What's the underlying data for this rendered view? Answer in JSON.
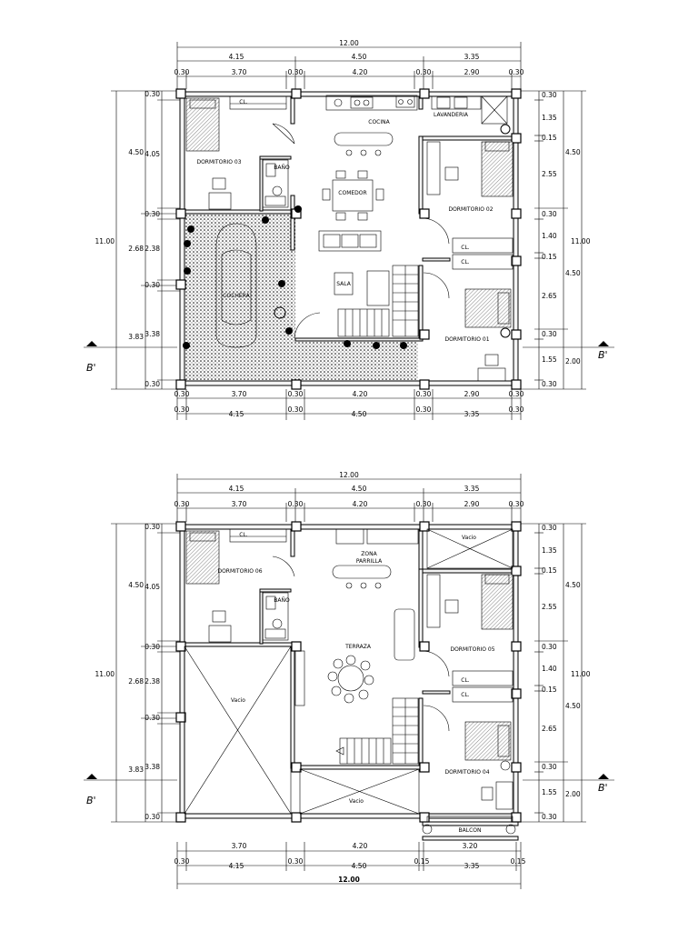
{
  "first_floor": {
    "top_total": "12.00",
    "top_spans": [
      "4.15",
      "4.50",
      "3.35"
    ],
    "top_sub": [
      "0.30",
      "3.70",
      "0.30",
      "4.20",
      "0.30",
      "2.90",
      "0.30"
    ],
    "bottom_sub": [
      "0.30",
      "3.70",
      "0.30",
      "4.20",
      "0.30",
      "2.90",
      "0.30"
    ],
    "bottom_spans": [
      "0.30",
      "4.15",
      "0.30",
      "4.50",
      "0.30",
      "3.35",
      "0.30"
    ],
    "left_outer": [
      "11.00"
    ],
    "left_mid": [
      "4.50",
      "2.68",
      "3.83"
    ],
    "left_inner": [
      "0.30",
      "4.05",
      "0.30",
      "2.38",
      "0.30",
      "3.38",
      "0.30"
    ],
    "right_inner": [
      "0.30",
      "1.35",
      "0.15",
      "2.55",
      "0.30",
      "1.40",
      "0.15",
      "2.65",
      "0.30",
      "1.55",
      "0.30"
    ],
    "right_mid": [
      "4.50",
      "4.50",
      "2.00"
    ],
    "right_outer": [
      "11.00"
    ],
    "rooms": {
      "dorm03": "DORMITORIO 03",
      "bano": "BAÑO",
      "cl1": "CL.",
      "cocina": "COCINA",
      "lavanderia": "LAVANDERIA",
      "comedor": "COMEDOR",
      "dorm02": "DORMITORIO 02",
      "cl2": "CL.",
      "cl3": "CL.",
      "cochera": "COCHERA",
      "sala": "SALA",
      "dorm01": "DORMITORIO 01"
    },
    "section_left": "B'",
    "section_right": "B'"
  },
  "second_floor": {
    "top_total": "12.00",
    "top_spans": [
      "4.15",
      "4.50",
      "3.35"
    ],
    "top_sub": [
      "0.30",
      "3.70",
      "0.30",
      "4.20",
      "0.30",
      "2.90",
      "0.30"
    ],
    "bottom_sub": [
      "3.70",
      "4.20",
      "3.20"
    ],
    "bottom_spans": [
      "0.30",
      "4.15",
      "0.30",
      "4.50",
      "0.15",
      "3.35",
      "0.15"
    ],
    "bottom_total": "12.00",
    "left_outer": [
      "11.00"
    ],
    "left_mid": [
      "4.50",
      "2.68",
      "3.83"
    ],
    "left_inner": [
      "0.30",
      "4.05",
      "0.30",
      "2.38",
      "0.30",
      "3.38",
      "0.30"
    ],
    "right_inner": [
      "0.30",
      "1.35",
      "0.15",
      "2.55",
      "0.30",
      "1.40",
      "0.15",
      "2.65",
      "0.30",
      "1.55",
      "0.30"
    ],
    "right_mid": [
      "4.50",
      "4.50",
      "2.00"
    ],
    "right_outer": [
      "11.00"
    ],
    "rooms": {
      "dorm06": "DORMITORIO 06",
      "bano": "BAÑO",
      "cl1": "CL.",
      "zona": "ZONA",
      "parrilla": "PARRILLA",
      "vacio_top": "Vacio",
      "dorm05": "DORMITORIO 05",
      "terraza": "TERRAZA",
      "vacio_left": "Vacio",
      "cl2": "CL.",
      "cl3": "CL.",
      "dorm04": "DORMITORIO 04",
      "vacio_bottom": "Vacio",
      "balcon": "BALCON"
    },
    "section_left": "B'",
    "section_right": "B'"
  }
}
